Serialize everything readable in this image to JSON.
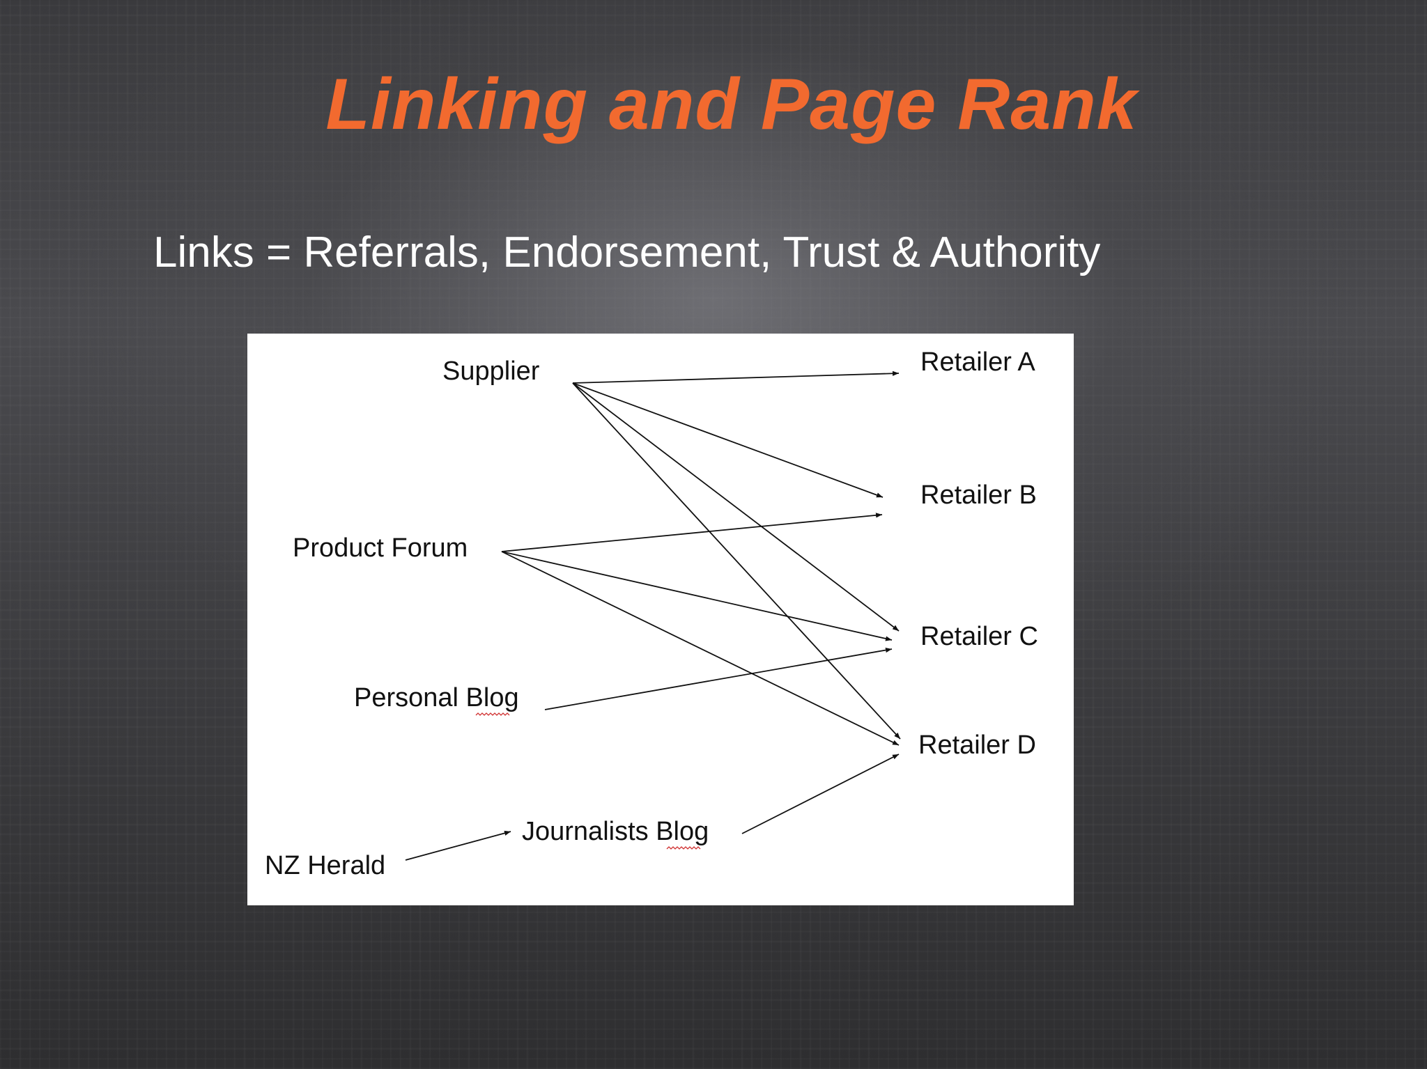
{
  "slide": {
    "title": "Linking and Page Rank",
    "subtitle": "Links = Referrals, Endorsement, Trust & Authority",
    "title_color": "#f26a2f",
    "background_color": "#3e3e41"
  },
  "diagram": {
    "nodes": {
      "supplier": "Supplier",
      "product_forum": "Product Forum",
      "personal_blog": "Personal Blog",
      "nz_herald": "NZ Herald",
      "journalists_blog": "Journalists Blog",
      "retailer_a": "Retailer A",
      "retailer_b": "Retailer B",
      "retailer_c": "Retailer C",
      "retailer_d": "Retailer D"
    },
    "links": [
      {
        "from": "Supplier",
        "to": "Retailer A"
      },
      {
        "from": "Supplier",
        "to": "Retailer B"
      },
      {
        "from": "Supplier",
        "to": "Retailer C"
      },
      {
        "from": "Supplier",
        "to": "Retailer D"
      },
      {
        "from": "Product Forum",
        "to": "Retailer B"
      },
      {
        "from": "Product Forum",
        "to": "Retailer C"
      },
      {
        "from": "Product Forum",
        "to": "Retailer D"
      },
      {
        "from": "Personal Blog",
        "to": "Retailer C"
      },
      {
        "from": "NZ Herald",
        "to": "Journalists Blog"
      },
      {
        "from": "Journalists Blog",
        "to": "Retailer D"
      }
    ]
  }
}
